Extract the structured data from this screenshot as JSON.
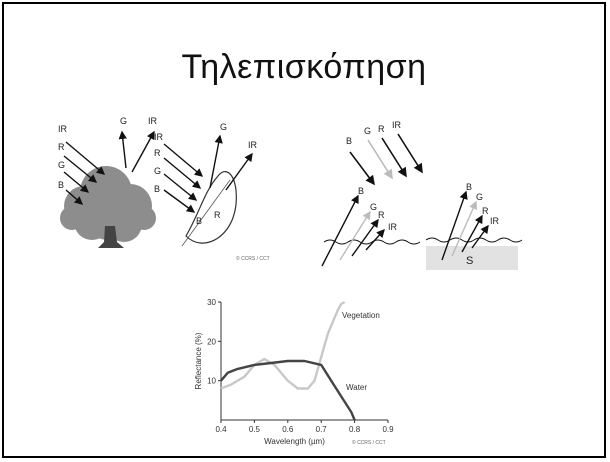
{
  "slide": {
    "title": "Τηλεπισκόπηση"
  },
  "tree": {
    "in_labels": [
      "IR",
      "R",
      "G",
      "B"
    ],
    "out_labels": [
      "G",
      "IR"
    ]
  },
  "leaf": {
    "in_labels": [
      "IR",
      "R",
      "G",
      "B"
    ],
    "out_labels": [
      "G",
      "IR"
    ],
    "inside_labels": [
      "B",
      "R"
    ],
    "credit": "© CCRS / CCT"
  },
  "water": {
    "in_labels": [
      "B",
      "G",
      "R",
      "IR"
    ],
    "out_labels": [
      "B",
      "G",
      "R",
      "IR"
    ],
    "out_labels_right": [
      "B",
      "G",
      "R",
      "IR"
    ],
    "sediment_label": "S"
  },
  "chart_data": {
    "type": "line",
    "xlabel": "Wavelength (µm)",
    "ylabel": "Reflectance (%)",
    "xlim": [
      0.4,
      0.9
    ],
    "ylim": [
      0,
      30
    ],
    "x_ticks": [
      "0.4",
      "0.5",
      "0.6",
      "0.7",
      "0.8",
      "0.9"
    ],
    "y_ticks": [
      "10",
      "20",
      "30"
    ],
    "credit": "© CCRS / CCT",
    "series": [
      {
        "name": "Vegetation",
        "color": "#c8c8c8",
        "x": [
          0.4,
          0.43,
          0.47,
          0.5,
          0.53,
          0.56,
          0.6,
          0.63,
          0.66,
          0.68,
          0.7,
          0.72,
          0.74,
          0.75,
          0.76,
          0.77
        ],
        "y": [
          8,
          9,
          11,
          14,
          15.5,
          14,
          10,
          8,
          8,
          10,
          16,
          22,
          26,
          28,
          29.5,
          30
        ]
      },
      {
        "name": "Water",
        "color": "#444444",
        "x": [
          0.4,
          0.42,
          0.45,
          0.5,
          0.55,
          0.6,
          0.65,
          0.7,
          0.73,
          0.76,
          0.79,
          0.8
        ],
        "y": [
          10,
          12,
          13,
          14,
          14.5,
          15,
          15,
          14,
          10,
          6,
          2,
          0
        ]
      }
    ]
  }
}
